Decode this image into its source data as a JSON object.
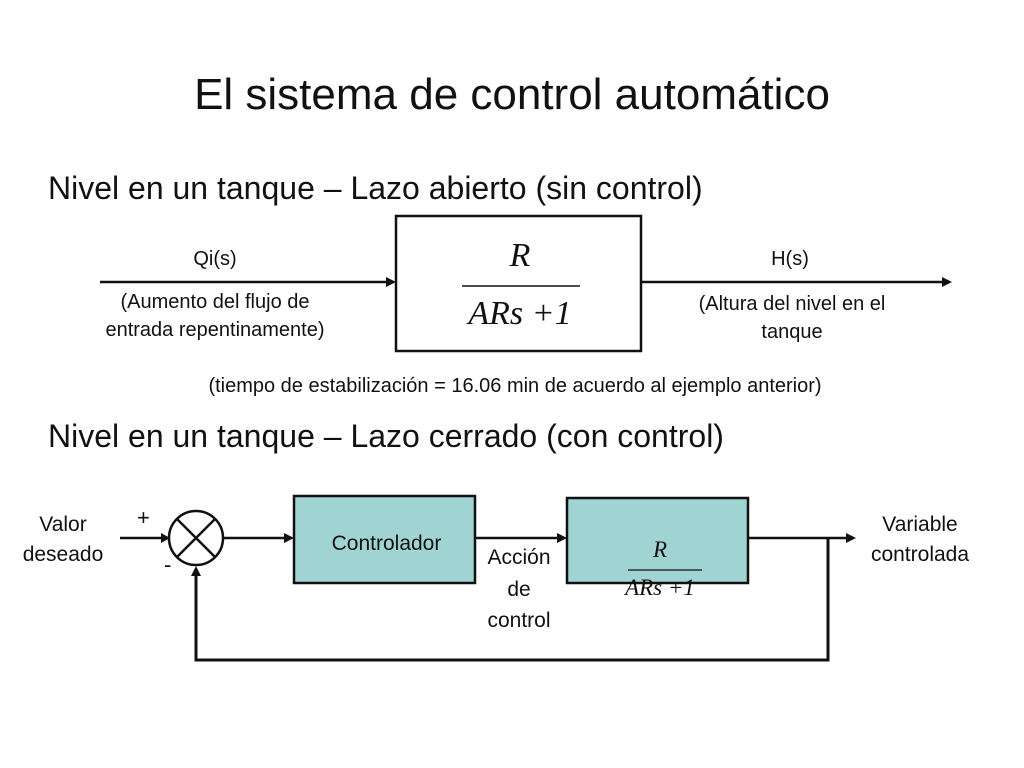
{
  "title": "El sistema de control automático",
  "section1": {
    "heading": "Nivel en un tanque – Lazo abierto (sin control)",
    "input_label": "Qi(s)",
    "input_desc_line1": "(Aumento del flujo de",
    "input_desc_line2": "entrada repentinamente)",
    "output_label": "H(s)",
    "output_desc_line1": "(Altura del nivel en el",
    "output_desc_line2": "tanque",
    "tf_numerator": "R",
    "tf_denominator": "ARs +1",
    "note": "(tiempo de estabilización = 16.06 min de acuerdo al ejemplo anterior)"
  },
  "section2": {
    "heading": "Nivel en un tanque – Lazo cerrado (con control)",
    "setpoint_line1": "Valor",
    "setpoint_line2": "deseado",
    "plus_sign": "+",
    "minus_sign": "-",
    "controller_label": "Controlador",
    "action_line1": "Acción",
    "action_line2": "de",
    "action_line3": "control",
    "tf_numerator": "R",
    "tf_denominator": "ARs +1",
    "output_line1": "Variable",
    "output_line2": "controlada"
  },
  "colors": {
    "block_fill": "#9fd4d2",
    "line": "#111111"
  }
}
